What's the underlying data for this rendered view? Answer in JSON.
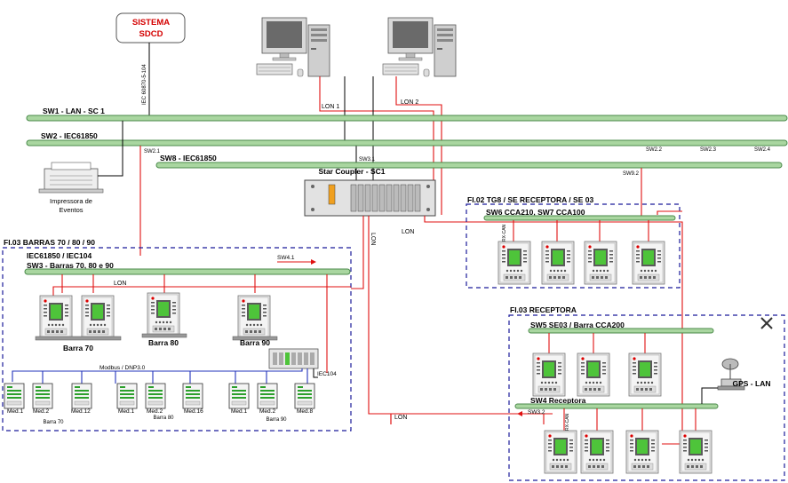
{
  "diagram": {
    "sdcd": {
      "title": "SISTEMA",
      "subtitle": "SDCD",
      "link_label": "IEC 60870-5-104"
    },
    "printer_label_1": "Impressora de",
    "printer_label_2": "Eventos",
    "star_coupler": "Star Coupler  -  SC1",
    "buses": {
      "sw1": "SW1  -  LAN - SC 1",
      "sw2": "SW2  -  IEC61850",
      "sw8": "SW8  -  IEC61850",
      "sw3a": "IEC61850  / IEC104",
      "sw3b": "SW3  -  Barras 70, 80 e 90",
      "sw6": "SW6 CCA210,  SW7  CCA100",
      "sw5": "SW5  SE03 / Barra CCA200",
      "sw4": "SW4   Receptora"
    },
    "port_labels": {
      "lon1": "LON 1",
      "lon2": "LON 2",
      "sw21": "SW2.1",
      "sw31": "SW3.1",
      "sw22": "SW2.2",
      "sw23": "SW2.3",
      "sw24": "SW2.4",
      "sw92": "SW9.2",
      "sw41": "SW4.1",
      "sw32": "SW3.2",
      "lon_a": "LON",
      "lon_b": "LON",
      "lon_c": "LON",
      "lon_d": "LON",
      "iec104": "IEC104",
      "modbus": "Modbus / DNP3.0",
      "gps": "GPS - LAN",
      "rx_a": "RX-CAN",
      "rx_b": "RX-CAN"
    },
    "panels": {
      "barras": "FI.03 BARRAS 70 / 80 / 90",
      "tg8": "FI.02 TG8 / SE RECEPTORA / SE 03",
      "receptora": "FI.03  RECEPTORA"
    },
    "bays": {
      "b70": "Barra 70",
      "b80": "Barra 80",
      "b90": "Barra 90"
    },
    "meters": {
      "g70": [
        "Med.1",
        "Med.2",
        "Med.12"
      ],
      "g80": [
        "Med.1",
        "Med.2",
        "Med.16"
      ],
      "g90": [
        "Med.1",
        "Med.2",
        "Med.8"
      ],
      "g70_label": "Barra 70",
      "g80_label": "Barra 80",
      "g90_label": "Barra 90"
    },
    "colors": {
      "bus": "#a9d6a0",
      "lon_link": "#e01010",
      "modbus_link": "#2233bb",
      "panel_border": "#1a1a9a",
      "sdcd_text": "#d40000"
    }
  }
}
